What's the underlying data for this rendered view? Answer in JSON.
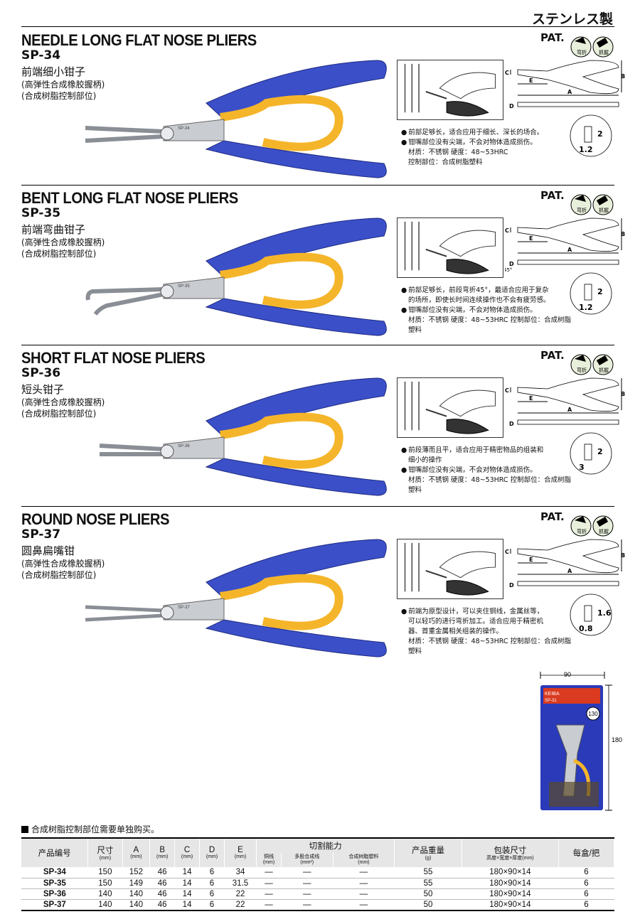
{
  "header": {
    "tag": "ステンレス製"
  },
  "sections": [
    {
      "title": "NEEDLE LONG FLAT NOSE PLIERS",
      "model": "SP-34",
      "cn_name": "前端细小钳子",
      "cn_line2": "(高弹性合成橡胶握柄)",
      "cn_line3": "(合成树脂控制部位)",
      "pat": "PAT.",
      "badge1": "弯折",
      "badge2": "抓握",
      "dims": {
        "c": "C",
        "b": "B",
        "e": "E",
        "a": "A",
        "d": "D"
      },
      "detail": {
        "v1": "2",
        "v2": "1.2"
      },
      "desc": [
        {
          "bullet": true,
          "text": "前部足够长，适合应用于细长、深长的场合。"
        },
        {
          "bullet": true,
          "text": "钳嘴部位没有尖端，不会对物体造成损伤。"
        },
        {
          "bullet": false,
          "text": "材质：不锈钢  硬度：48~53HRC"
        },
        {
          "bullet": false,
          "text": "控制部位：合成树脂塑料"
        }
      ]
    },
    {
      "title": "BENT LONG FLAT NOSE PLIERS",
      "model": "SP-35",
      "cn_name": "前端弯曲钳子",
      "cn_line2": "(高弹性合成橡胶握柄)",
      "cn_line3": "(合成树脂控制部位)",
      "pat": "PAT.",
      "badge1": "弯折",
      "badge2": "抓握",
      "dims": {
        "c": "C",
        "b": "B",
        "e": "E",
        "a": "A",
        "d": "D"
      },
      "angle": "45°",
      "detail": {
        "v1": "2",
        "v2": "1.2"
      },
      "desc": [
        {
          "bullet": true,
          "text": "前部足够长，前段弯折45°，最适合应用于复杂"
        },
        {
          "bullet": false,
          "text": "的场所，即使长时间连续操作也不会有疲劳感。"
        },
        {
          "bullet": true,
          "text": "钳嘴部位没有尖端，不会对物体造成损伤。"
        },
        {
          "bullet": false,
          "text": "材质：不锈钢  硬度：48~53HRC  控制部位：合成树脂塑料"
        }
      ]
    },
    {
      "title": "SHORT FLAT NOSE PLIERS",
      "model": "SP-36",
      "cn_name": "短头钳子",
      "cn_line2": "(高弹性合成橡胶握柄)",
      "cn_line3": "(合成树脂控制部位)",
      "pat": "PAT.",
      "badge1": "弯折",
      "badge2": "抓握",
      "dims": {
        "c": "C",
        "b": "B",
        "e": "E",
        "a": "A",
        "d": "D"
      },
      "detail": {
        "v1": "2",
        "v2": "3"
      },
      "desc": [
        {
          "bullet": true,
          "text": "前段薄而且平，适合应用于精密物品的组装和"
        },
        {
          "bullet": false,
          "text": "细小的操作"
        },
        {
          "bullet": true,
          "text": "钳嘴部位没有尖端，不会对物体造成损伤。"
        },
        {
          "bullet": false,
          "text": "材质：不锈钢  硬度：48~53HRC  控制部位：合成树脂塑料"
        }
      ]
    },
    {
      "title": "ROUND NOSE PLIERS",
      "model": "SP-37",
      "cn_name": "圆鼻扁嘴钳",
      "cn_line2": "(高弹性合成橡胶握柄)",
      "cn_line3": "(合成树脂控制部位)",
      "pat": "PAT.",
      "badge1": "弯折",
      "badge2": "抓握",
      "dims": {
        "c": "C",
        "b": "B",
        "e": "E",
        "a": "A",
        "d": "D"
      },
      "detail": {
        "v1": "1.6",
        "v2": "0.8"
      },
      "desc": [
        {
          "bullet": true,
          "text": "前端为原型设计，可以夹住铜线，金属丝等，"
        },
        {
          "bullet": false,
          "text": "可以轻巧的进行弯折加工。适合应用于精密机"
        },
        {
          "bullet": false,
          "text": "器、首重金属相关组装的操作。"
        },
        {
          "bullet": false,
          "text": "材质：不锈钢  硬度：48~53HRC  控制部位：合成树脂塑料"
        }
      ]
    }
  ],
  "package": {
    "width": "90",
    "height": "180",
    "brand": "KEIBA",
    "model": "SP-31",
    "size": "130"
  },
  "note": "合成树脂控制部位需要单独购买。",
  "table": {
    "headers": [
      "产品编号",
      "尺寸",
      "A",
      "B",
      "C",
      "D",
      "E",
      "切割能力",
      "产品重量",
      "包装尺寸",
      "每盒/把"
    ],
    "units": [
      "",
      "(mm)",
      "(mm)",
      "(mm)",
      "(mm)",
      "(mm)",
      "(mm)",
      "",
      "(g)",
      "高度×宽度×厚度(mm)",
      ""
    ],
    "cut_sub": [
      "铜线",
      "多股合成线",
      "合成树脂塑料"
    ],
    "cut_sub_units": [
      "(mm)",
      "(mm²)",
      "(mm)"
    ],
    "rows": [
      [
        "SP-34",
        "150",
        "152",
        "46",
        "14",
        "6",
        "34",
        "—",
        "—",
        "—",
        "55",
        "180×90×14",
        "6"
      ],
      [
        "SP-35",
        "150",
        "149",
        "46",
        "14",
        "6",
        "31.5",
        "—",
        "—",
        "—",
        "55",
        "180×90×14",
        "6"
      ],
      [
        "SP-36",
        "140",
        "140",
        "46",
        "14",
        "6",
        "22",
        "—",
        "—",
        "—",
        "50",
        "180×90×14",
        "6"
      ],
      [
        "SP-37",
        "140",
        "140",
        "46",
        "14",
        "6",
        "22",
        "—",
        "—",
        "—",
        "50",
        "180×90×14",
        "6"
      ]
    ]
  },
  "colors": {
    "handle": "#3b4fc9",
    "grip": "#f5b52a",
    "steel": "#c9ccd1"
  }
}
